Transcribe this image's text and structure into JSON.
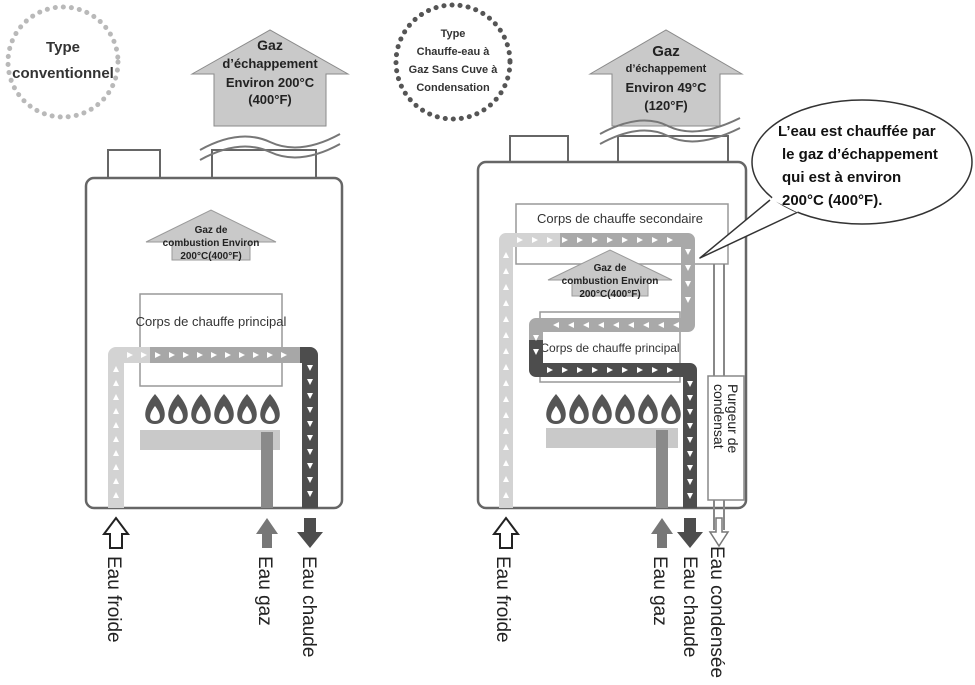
{
  "left": {
    "type_badge": [
      "Type",
      "conventionnel"
    ],
    "exhaust": [
      "Gaz",
      "d’échappement",
      "Environ 200°C",
      "(400°F)"
    ],
    "combustion": [
      "Gaz de",
      "combustion Environ",
      "200°C(400°F)"
    ],
    "main_exchanger": "Corps de chauffe principal",
    "labels": {
      "cold": "Eau froide",
      "gas": "Eau gaz",
      "hot": "Eau chaude"
    }
  },
  "right": {
    "type_badge": [
      "Type",
      "Chauffe-eau à",
      "Gaz Sans Cuve à",
      "Condensation"
    ],
    "exhaust": [
      "Gaz",
      "d’échappement",
      "Environ 49°C",
      "(120°F)"
    ],
    "combustion": [
      "Gaz de",
      "combustion Environ",
      "200°C(400°F)"
    ],
    "secondary_exchanger": "Corps de chauffe secondaire",
    "main_exchanger": "Corps de chauffe principal",
    "condensate_trap": [
      "Purgeur de",
      "condensat"
    ],
    "labels": {
      "cold": "Eau froide",
      "gas": "Eau gaz",
      "hot": "Eau chaude",
      "condensate": "Eau condensée"
    }
  },
  "callout": [
    "L’eau est chauffée par",
    "le gaz d’échappement",
    "qui est à environ",
    "200°C (400°F)."
  ],
  "colors": {
    "cold_pipe": "#d0d0d0",
    "warm_pipe": "#9e9e9e",
    "hot_pipe": "#4a4a4a",
    "gas_pipe": "#8a8a8a",
    "unit_outline": "#6a6a6a"
  },
  "icons": [
    "flame-icon",
    "arrow-up-outline-icon",
    "arrow-up-solid-icon",
    "arrow-down-solid-icon",
    "arrow-down-outline-icon"
  ]
}
